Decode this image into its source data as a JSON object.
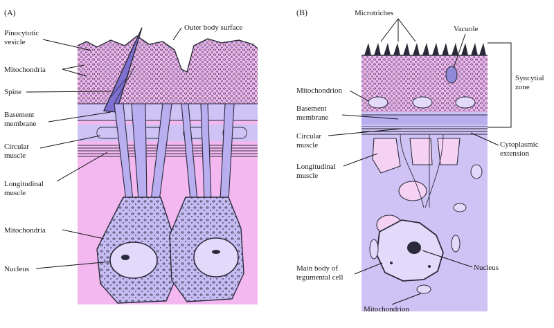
{
  "panel_a": {
    "letter": "(A)",
    "labels": {
      "pinocytotic_line1": "Pinocytotic",
      "pinocytotic_line2": "vesicle",
      "mitochondria_top": "Mitochondria",
      "spine": "Spine",
      "basement_line1": "Basement",
      "basement_line2": "membrane",
      "circular_line1": "Circular",
      "circular_line2": "muscle",
      "longitudinal_line1": "Longitudinal",
      "longitudinal_line2": "muscle",
      "mitochondria_bottom": "Mitochondria",
      "nucleus": "Nucleus",
      "outer_body_surface": "Outer body surface"
    }
  },
  "panel_b": {
    "letter": "(B)",
    "labels": {
      "microtriches": "Microtriches",
      "vacuole": "Vacuole",
      "mitochondrion_top": "Mitochondrion",
      "syncytial_line1": "Syncytial",
      "syncytial_line2": "zone",
      "basement_line1": "Basement",
      "basement_line2": "membrane",
      "circular_line1": "Circular",
      "circular_line2": "muscle",
      "cytoplasmic_line1": "Cytoplasmic",
      "cytoplasmic_line2": "extension",
      "longitudinal_line1": "Longitudinal",
      "longitudinal_line2": "muscle",
      "nucleus": "Nucleus",
      "main_body_line1": "Main body of",
      "main_body_line2": "tegumental cell",
      "mitochondrion_bottom": "Mitochondrion"
    }
  },
  "colors": {
    "pink": "#f2b8ef",
    "lavender": "#cfc3f5",
    "violet": "#b9aef0",
    "organelle": "#8f8ad8",
    "ink": "#2a2a3a"
  }
}
